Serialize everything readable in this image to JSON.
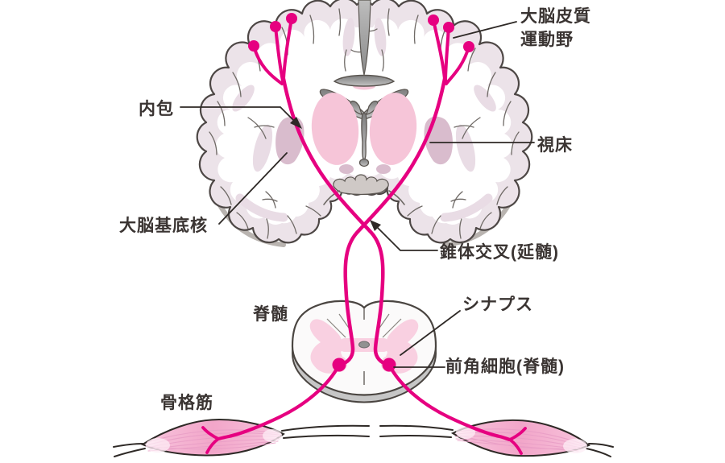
{
  "diagram": {
    "labels": {
      "motor_cortex_line1": "大脳皮質",
      "motor_cortex_line2": "運動野",
      "internal_capsule": "内包",
      "thalamus": "視床",
      "basal_ganglia": "大脳基底核",
      "pyramidal_decussation": "錐体交叉(延髄)",
      "spinal_cord": "脊髄",
      "synapse": "シナプス",
      "anterior_horn_cell": "前角細胞(脊髄)",
      "skeletal_muscle": "骨格筋"
    },
    "colors": {
      "tract_magenta": "#e60080",
      "nucleus_pink": "#f6c5d8",
      "gray_matter_pink": "#f9d0e1",
      "basal_ganglia_mauve": "#d9bccd",
      "cortex_ribbon": "#ece3e9",
      "leader_line": "#2e2926",
      "label_text": "#3a3432"
    }
  }
}
